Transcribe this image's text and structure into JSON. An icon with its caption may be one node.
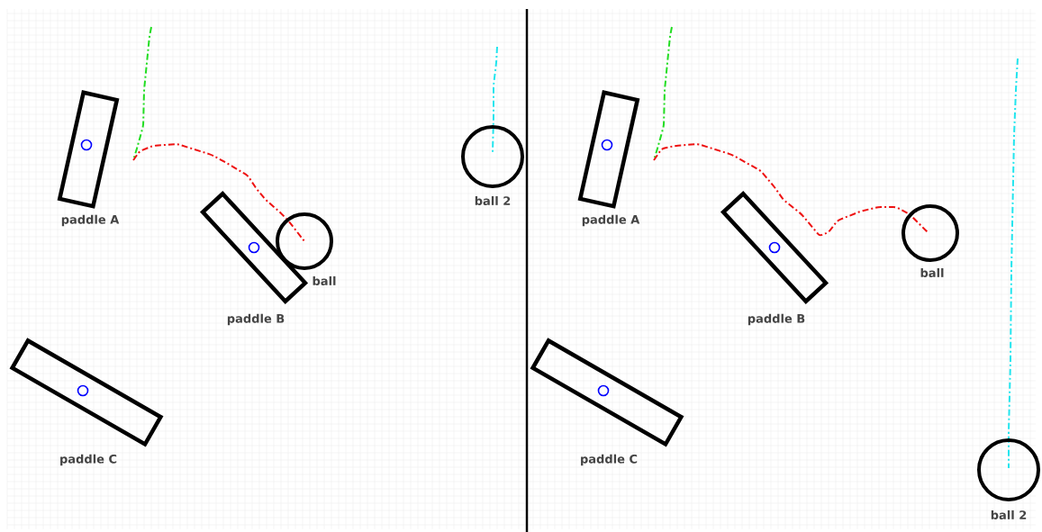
{
  "diagram": {
    "nodes": [
      {
        "text": [
          "paddle A"
        ]
      },
      {
        "text": [
          "paddle B"
        ]
      },
      {
        "text": [
          "ball"
        ]
      },
      {
        "text": [
          "paddle C"
        ]
      },
      {
        "text": [
          "ball 2"
        ]
      },
      {
        "text": [
          "paddle A"
        ]
      },
      {
        "text": [
          "paddle B"
        ]
      },
      {
        "text": [
          "ball"
        ]
      },
      {
        "text": [
          "paddle C"
        ]
      },
      {
        "text": [
          "ball 2"
        ]
      }
    ]
  }
}
